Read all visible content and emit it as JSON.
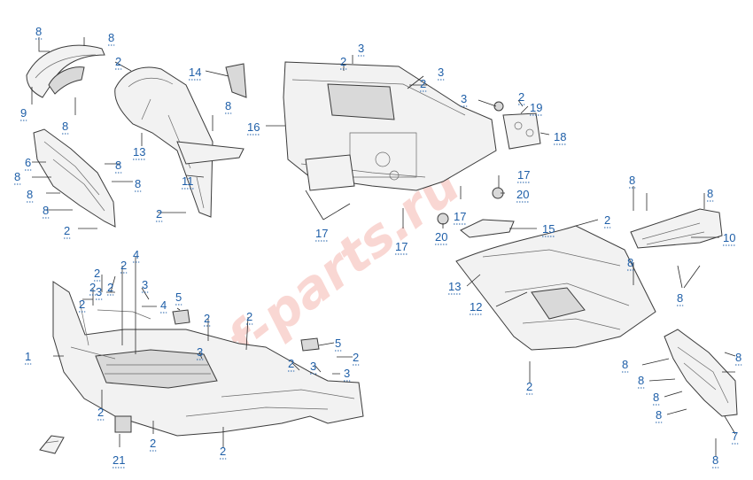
{
  "watermark": "cf-parts.ru",
  "colors": {
    "callout": "#1f5fa8",
    "watermark": "#e84c3d",
    "line": "#3b3b3b"
  },
  "orientation_icon": "front-arrow-icon",
  "callouts": {
    "c01": "8",
    "c02": "8",
    "c03": "9",
    "c04": "8",
    "c05": "2",
    "c06": "14",
    "c07": "8",
    "c08": "13",
    "c09": "11",
    "c10": "2",
    "c11": "6",
    "c12": "8",
    "c13": "8",
    "c14": "8",
    "c15": "8",
    "c16": "8",
    "c17": "2",
    "c18": "3",
    "c19": "2",
    "c20": "3",
    "c21": "2",
    "c22": "16",
    "c23": "3",
    "c24": "2",
    "c25": "19",
    "c26": "18",
    "c27": "17",
    "c28": "20",
    "c29": "17",
    "c30": "20",
    "c31": "17",
    "c32": "17",
    "c33": "8",
    "c34": "8",
    "c35": "10",
    "c36": "8",
    "c37": "15",
    "c38": "2",
    "c39": "8",
    "c40": "13",
    "c41": "12",
    "c42": "2",
    "c43": "4",
    "c44": "2",
    "c45": "2",
    "c46": "3",
    "c47": "2",
    "c48": "2",
    "c49": "3",
    "c50": "2",
    "c51": "4",
    "c52": "5",
    "c53": "2",
    "c54": "2",
    "c55": "1",
    "c56": "3",
    "c57": "5",
    "c58": "2",
    "c59": "2",
    "c60": "3",
    "c61": "3",
    "c62": "2",
    "c63": "2",
    "c64": "2",
    "c65": "21",
    "c66": "8",
    "c67": "8",
    "c68": "8",
    "c69": "8",
    "c70": "8",
    "c71": "7",
    "c72": "8"
  }
}
